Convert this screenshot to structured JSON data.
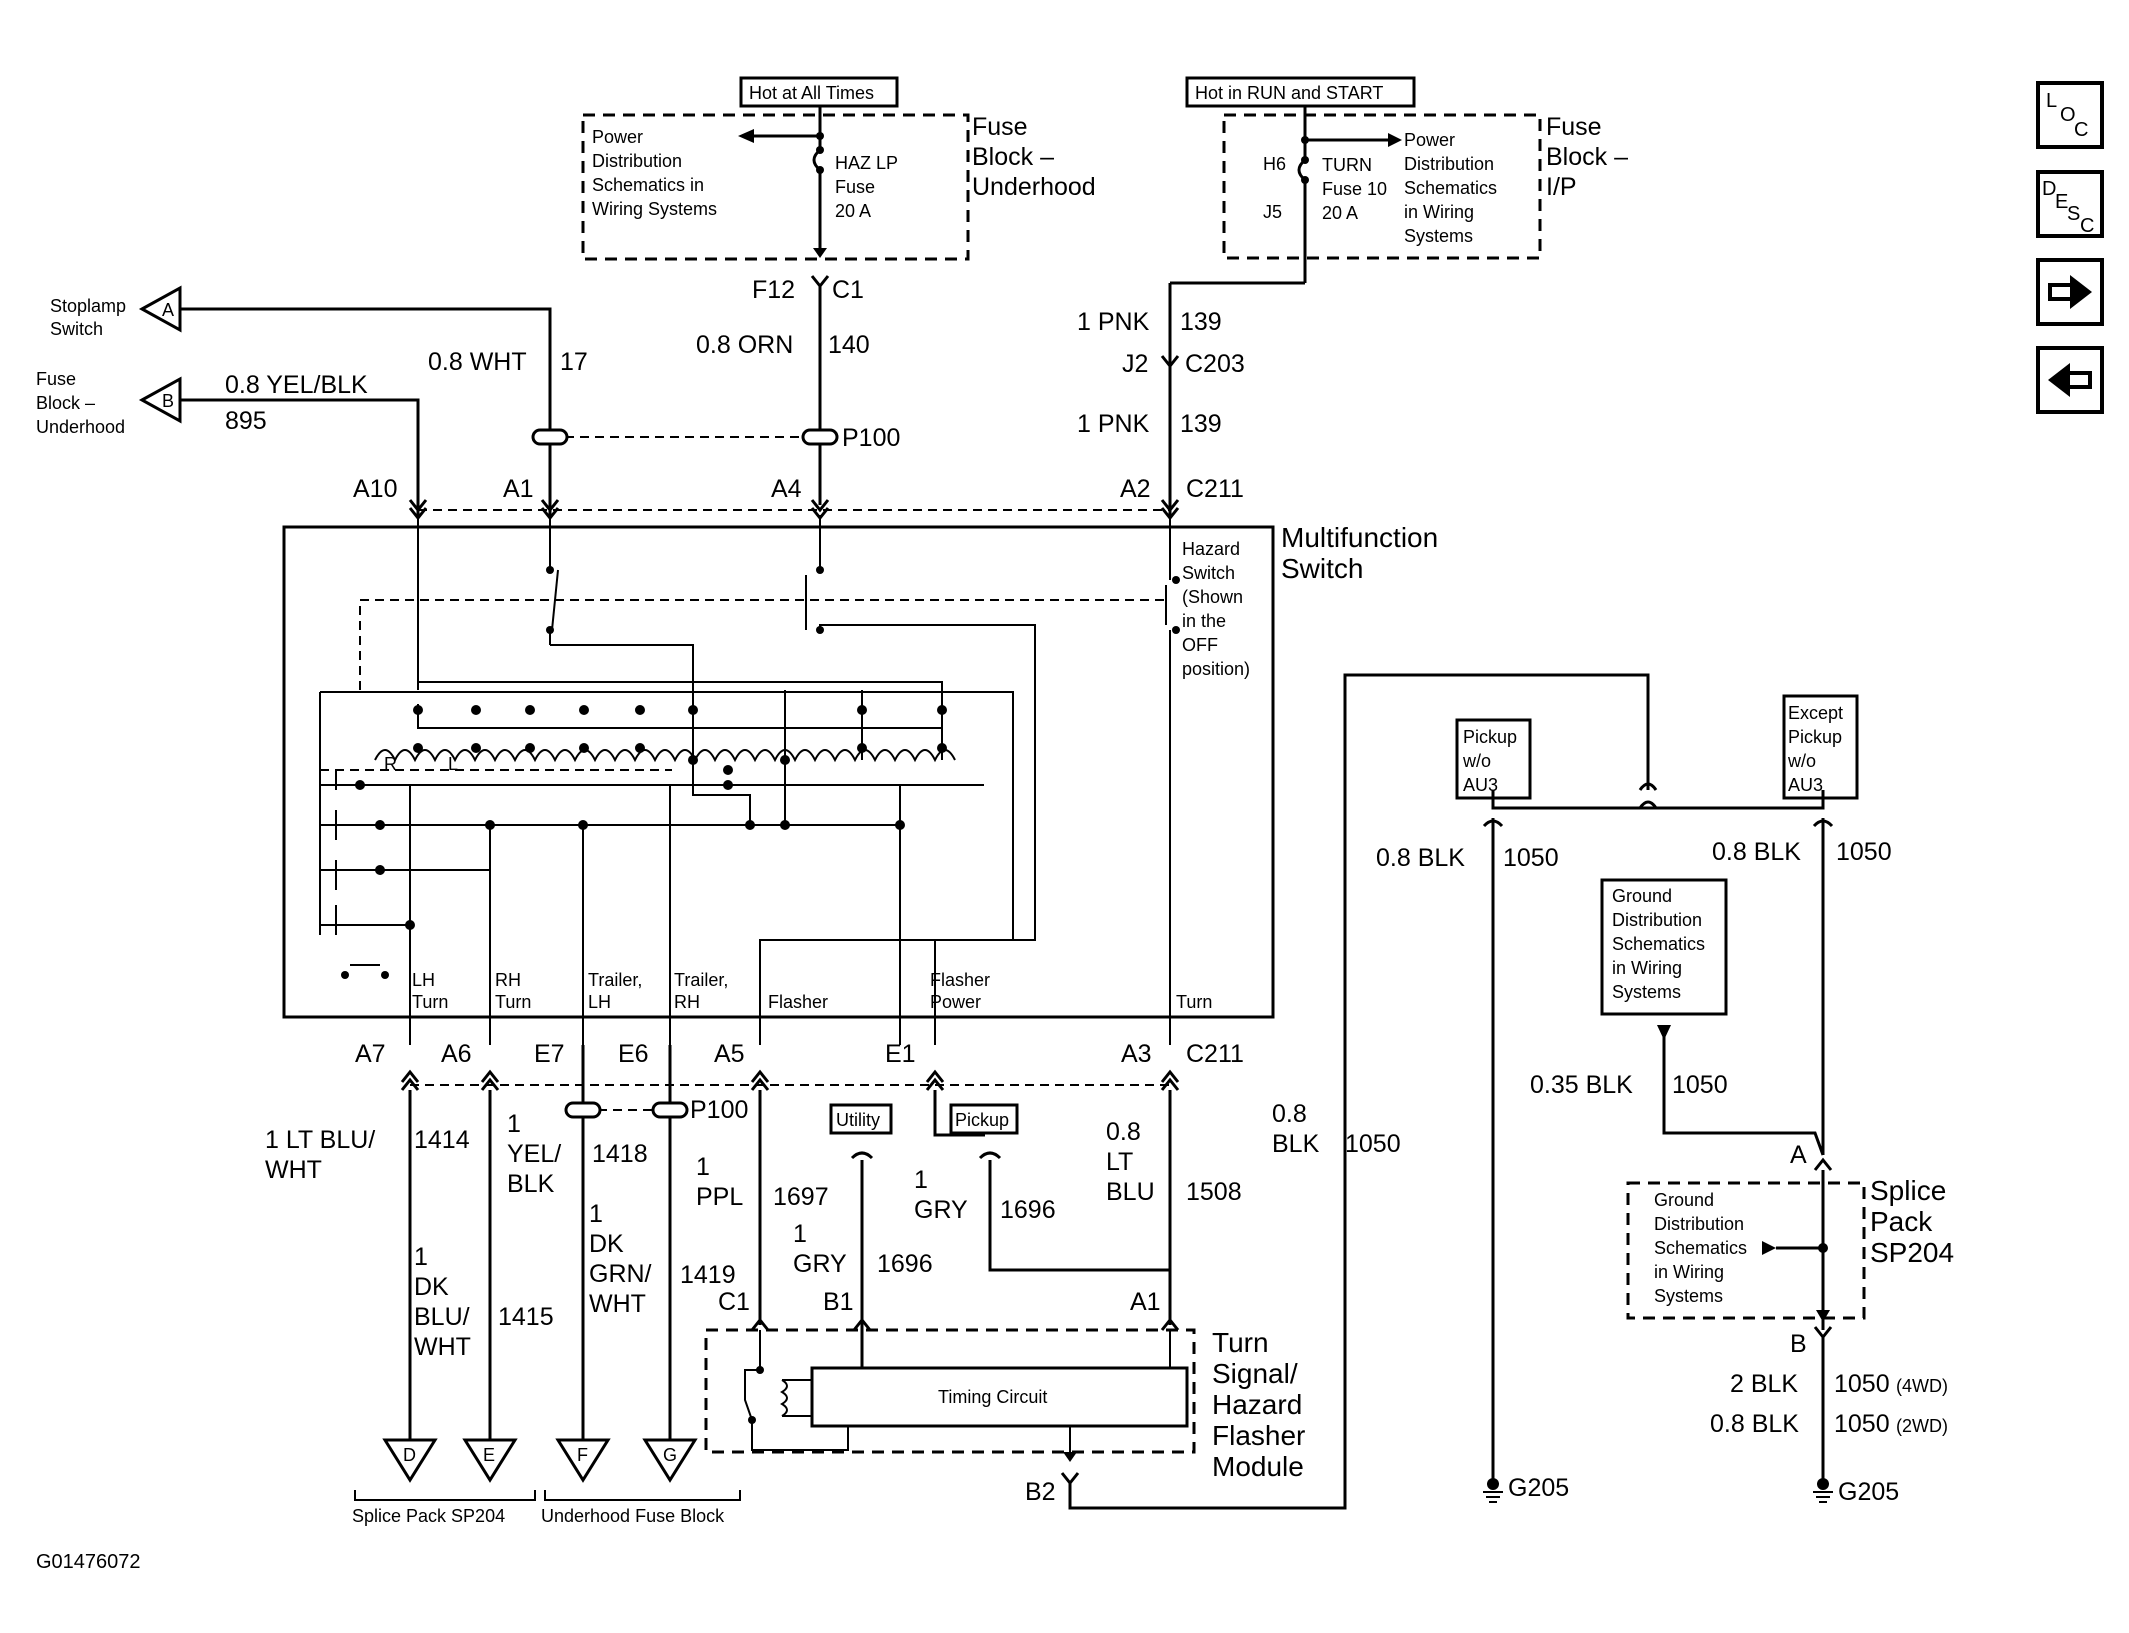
{
  "figure_id": "G01476072",
  "power": {
    "hot_at_all_times": "Hot at All Times",
    "hot_in_run_start": "Hot in RUN and START",
    "fuse_block_underhood": [
      "Fuse",
      "Block –",
      "Underhood"
    ],
    "fuse_block_ip": [
      "Fuse",
      "Block –",
      "I/P"
    ],
    "power_dist_left": [
      "Power",
      "Distribution",
      "Schematics in",
      "Wiring Systems"
    ],
    "power_dist_right": [
      "Power",
      "Distribution",
      "Schematics",
      "in Wiring",
      "Systems"
    ],
    "haz_fuse": [
      "HAZ LP",
      "Fuse",
      "20 A"
    ],
    "turn_fuse": [
      "TURN",
      "Fuse 10",
      "20 A"
    ],
    "h6": "H6",
    "j5": "J5"
  },
  "top_wires": {
    "f12": "F12",
    "c1": "C1",
    "orn": "0.8 ORN",
    "orn_circuit": "140",
    "wht": "0.8 WHT",
    "wht_circuit": "17",
    "yelblk": "0.8 YEL/BLK",
    "yelblk_circuit": "895",
    "pnk1": "1 PNK",
    "pnk1_circuit": "139",
    "j2": "J2",
    "c203": "C203",
    "pnk2": "1 PNK",
    "pnk2_circuit": "139",
    "p100_top": "P100",
    "a10": "A10",
    "a1": "A1",
    "a4": "A4",
    "a2": "A2",
    "c211_top": "C211"
  },
  "left_refs": {
    "stoplamp": [
      "Stoplamp",
      "Switch"
    ],
    "stoplamp_ref": "A",
    "fuseblock": [
      "Fuse",
      "Block –",
      "Underhood"
    ],
    "fuseblock_ref": "B"
  },
  "mfs": {
    "title": [
      "Multifunction",
      "Switch"
    ],
    "hazard_note": [
      "Hazard",
      "Switch",
      "(Shown",
      "in the",
      "OFF",
      "position)"
    ],
    "r": "R",
    "l": "L",
    "lh_turn": [
      "LH",
      "Turn"
    ],
    "rh_turn": [
      "RH",
      "Turn"
    ],
    "trailer_lh": [
      "Trailer,",
      "LH"
    ],
    "trailer_rh": [
      "Trailer,",
      "RH"
    ],
    "flasher": "Flasher",
    "flasher_power": [
      "Flasher",
      "Power"
    ],
    "turn": "Turn"
  },
  "bottom_pins": {
    "a7": "A7",
    "a6": "A6",
    "e7": "E7",
    "e6": "E6",
    "a5": "A5",
    "e1": "E1",
    "a3": "A3",
    "c211_bot": "C211",
    "p100_bot": "P100"
  },
  "bottom_wires": {
    "ltbluwht": [
      "1 LT BLU/",
      "WHT"
    ],
    "ltbluwht_circuit": "1414",
    "yelblk": [
      "1",
      "YEL/",
      "BLK"
    ],
    "yelblk_circuit": "1418",
    "dkbluwht": [
      "1",
      "DK",
      "BLU/",
      "WHT"
    ],
    "dkbluwht_circuit": "1415",
    "dkgrnwht": [
      "1",
      "DK",
      "GRN/",
      "WHT"
    ],
    "dkgrnwht_circuit": "1419",
    "ppl": [
      "1",
      "PPL"
    ],
    "ppl_circuit": "1697",
    "gry_left": [
      "1",
      "GRY"
    ],
    "gry_left_circuit": "1696",
    "gry_right": [
      "1",
      "GRY"
    ],
    "gry_right_circuit": "1696",
    "ltblu": [
      "0.8",
      "LT",
      "BLU"
    ],
    "ltblu_circuit": "1508",
    "utility": "Utility",
    "pickup": "Pickup"
  },
  "flasher_module": {
    "c1": "C1",
    "b1": "B1",
    "a1": "A1",
    "b2": "B2",
    "timing": "Timing Circuit",
    "name": [
      "Turn",
      "Signal/",
      "Hazard",
      "Flasher",
      "Module"
    ]
  },
  "bottom_refs": {
    "d": "D",
    "e": "E",
    "f": "F",
    "g": "G",
    "splice_pack_label": "Splice Pack SP204",
    "underhood_label": "Underhood Fuse Block"
  },
  "ground": {
    "blk_left": [
      "0.8",
      "BLK"
    ],
    "blk_left_circuit": "1050",
    "pickup_noau3": [
      "Pickup",
      "w/o",
      "AU3"
    ],
    "except_pickup": [
      "Except",
      "Pickup",
      "w/o",
      "AU3"
    ],
    "blk_a": "0.8 BLK",
    "blk_a_circuit": "1050",
    "blk_b": "0.8 BLK",
    "blk_b_circuit": "1050",
    "ground_dist": [
      "Ground",
      "Distribution",
      "Schematics",
      "in Wiring",
      "Systems"
    ],
    "blk_035": "0.35 BLK",
    "blk_035_circuit": "1050",
    "splice_a": "A",
    "splice_b": "B",
    "splice_pack": [
      "Splice",
      "Pack",
      "SP204"
    ],
    "ground_dist2": [
      "Ground",
      "Distribution",
      "Schematics",
      "in Wiring",
      "Systems"
    ],
    "blk_4wd": "2 BLK",
    "blk_4wd_circuit": "1050",
    "wd4": "(4WD)",
    "blk_2wd": "0.8 BLK",
    "blk_2wd_circuit": "1050",
    "wd2": "(2WD)",
    "g205_left": "G205",
    "g205_right": "G205"
  },
  "nav": {
    "loc_l": "L",
    "loc_o": "O",
    "loc_c": "C",
    "desc_d": "D",
    "desc_e": "E",
    "desc_s": "S",
    "desc_c": "C",
    "next_icon": "arrow-right-icon",
    "prev_icon": "arrow-left-icon"
  }
}
